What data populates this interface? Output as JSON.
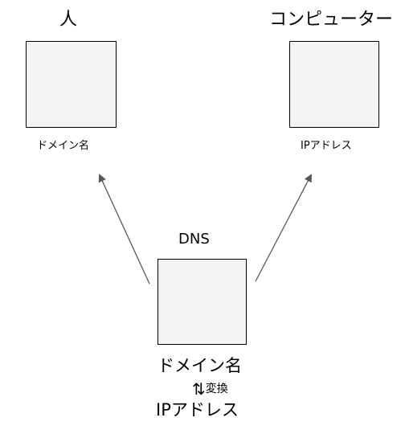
{
  "colors": {
    "box_fill": "#f3f3f3",
    "box_border": "#000000",
    "arrow": "#595959",
    "text": "#000000",
    "background": "#ffffff"
  },
  "nodes": {
    "human": {
      "title": "人",
      "caption": "ドメイン名"
    },
    "computer": {
      "title": "コンピューター",
      "caption": "IPアドレス"
    },
    "dns": {
      "title": "DNS",
      "caption_top": "ドメイン名",
      "conversion_symbol": "⇅",
      "conversion_label": "変換",
      "caption_bottom": "IPアドレス"
    }
  },
  "edges": [
    {
      "from": "dns",
      "to": "human"
    },
    {
      "from": "dns",
      "to": "computer"
    }
  ]
}
